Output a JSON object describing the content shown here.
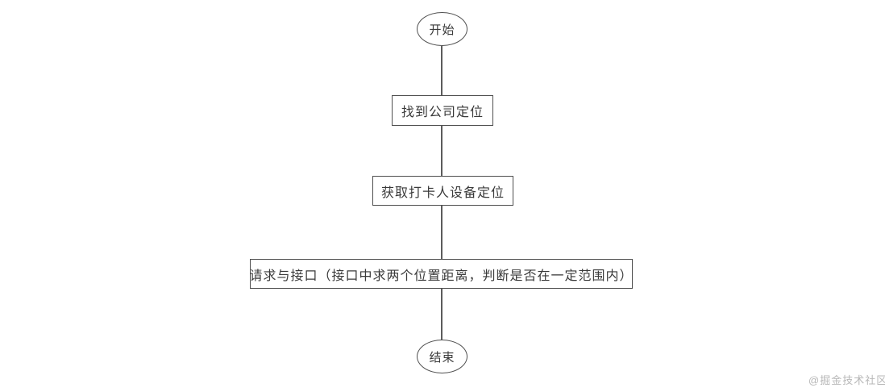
{
  "diagram": {
    "type": "flowchart",
    "direction": "top-to-bottom",
    "nodes": [
      {
        "id": "start",
        "shape": "ellipse",
        "label": "开始"
      },
      {
        "id": "step-find-company-location",
        "shape": "rect",
        "label": "找到公司定位"
      },
      {
        "id": "step-get-device-location",
        "shape": "rect",
        "label": "获取打卡人设备定位"
      },
      {
        "id": "step-request-api",
        "shape": "rect",
        "label": "请求与接口（接口中求两个位置距离，判断是否在一定范围内）"
      },
      {
        "id": "end",
        "shape": "ellipse",
        "label": "结束"
      }
    ],
    "edges": [
      {
        "from": "start",
        "to": "step-find-company-location",
        "style": "plain-line"
      },
      {
        "from": "step-find-company-location",
        "to": "step-get-device-location",
        "style": "plain-line"
      },
      {
        "from": "step-get-device-location",
        "to": "step-request-api",
        "style": "plain-line"
      },
      {
        "from": "step-request-api",
        "to": "end",
        "style": "plain-line"
      }
    ],
    "colors": {
      "background": "#ffffff",
      "node_border": "#4f4f4f",
      "node_text": "#3a3a3a",
      "connector": "#5c5c5c",
      "watermark": "#b7b7b7"
    }
  },
  "watermark": {
    "label": "@掘金技术社区"
  }
}
